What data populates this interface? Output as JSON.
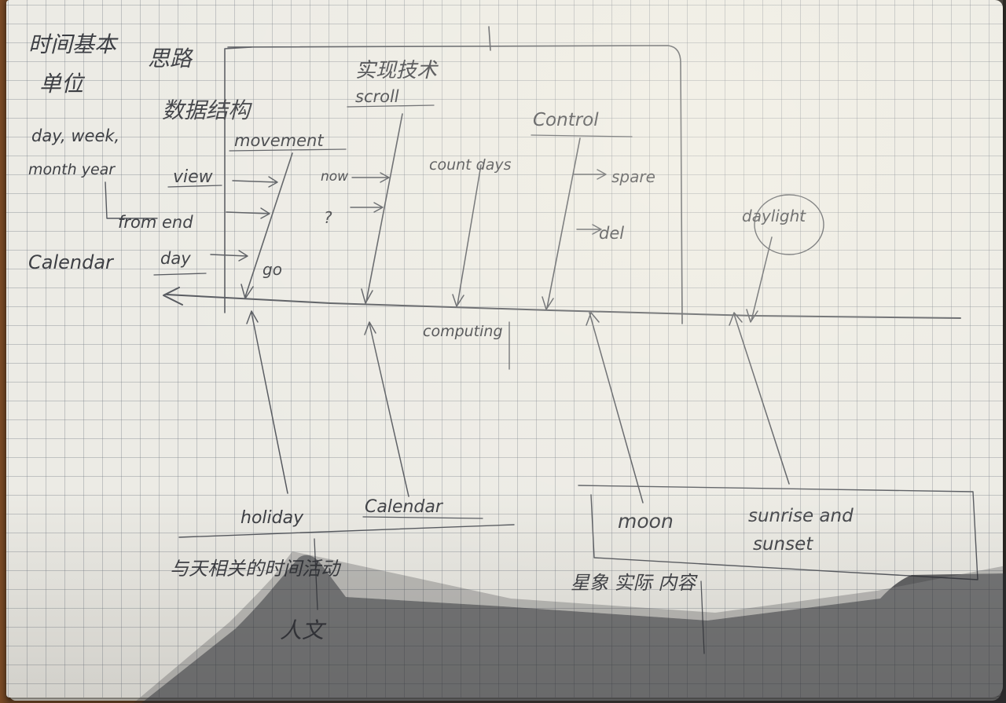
{
  "notes": {
    "corner_top_a": "时间基本",
    "corner_top_b": "思路",
    "corner_unit": "单位",
    "corner_struct": "数据结构",
    "units_line1": "day, week,",
    "units_line2": "month year",
    "view": "view",
    "from_end": "from end",
    "calendar_left": "Calendar",
    "day": "day",
    "movement": "movement",
    "go": "go",
    "top_impl": "实现技术",
    "scroll": "scroll",
    "now": "now",
    "arrow_mark": "?",
    "count_days": "count days",
    "computing": "computing",
    "control": "Control",
    "spare": "spare",
    "del": "del",
    "daylight": "daylight",
    "holiday": "holiday",
    "calendar_bottom": "Calendar",
    "bottom_note_left": "与天相关的时间活动",
    "bottom_note_culture": "人文",
    "moon": "moon",
    "sunrise_and": "sunrise and",
    "sunset": "sunset",
    "bottom_note_right": "星象 实际 内容"
  },
  "colors": {
    "pencil": "#55585e",
    "paper": "#ecebe5",
    "grid": "#8a8f99",
    "shadow": "#2a2b30"
  }
}
